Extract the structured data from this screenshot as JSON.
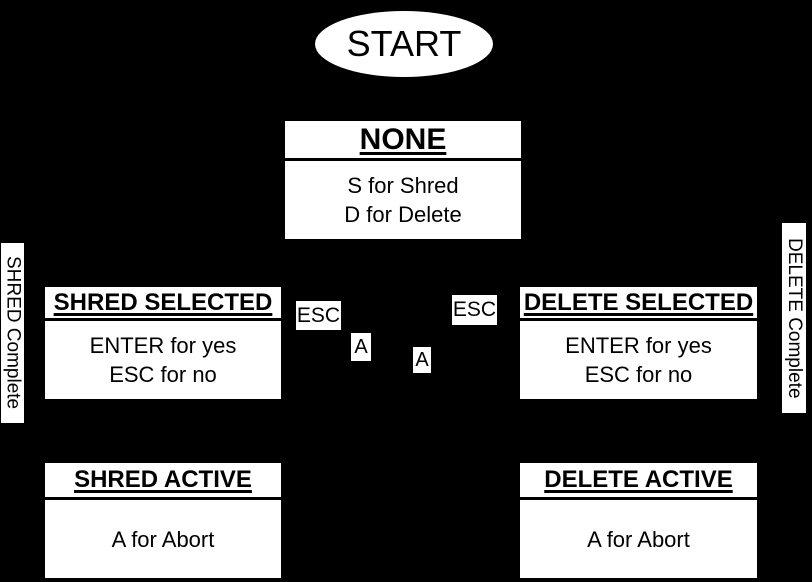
{
  "colors": {
    "background": "#000000",
    "node_fill": "#ffffff",
    "node_text": "#000000"
  },
  "diagram": {
    "start_label": "START",
    "states": [
      {
        "title": "NONE",
        "lines": [
          "S for Shred",
          "D for Delete"
        ]
      },
      {
        "title": "SHRED SELECTED",
        "lines": [
          "ENTER for yes",
          "ESC for no"
        ]
      },
      {
        "title": "DELETE SELECTED",
        "lines": [
          "ENTER for yes",
          "ESC for no"
        ]
      },
      {
        "title": "SHRED ACTIVE",
        "lines": [
          "A for Abort"
        ]
      },
      {
        "title": "DELETE ACTIVE",
        "lines": [
          "A for Abort"
        ]
      }
    ],
    "edge_labels": [
      {
        "id": "esc-left",
        "text": "ESC"
      },
      {
        "id": "esc-right",
        "text": "ESC"
      },
      {
        "id": "a-left",
        "text": "A"
      },
      {
        "id": "a-right",
        "text": "A"
      }
    ],
    "side_labels": [
      {
        "id": "shred-complete",
        "text": "SHRED Complete"
      },
      {
        "id": "delete-complete",
        "text": "DELETE Complete"
      }
    ]
  }
}
